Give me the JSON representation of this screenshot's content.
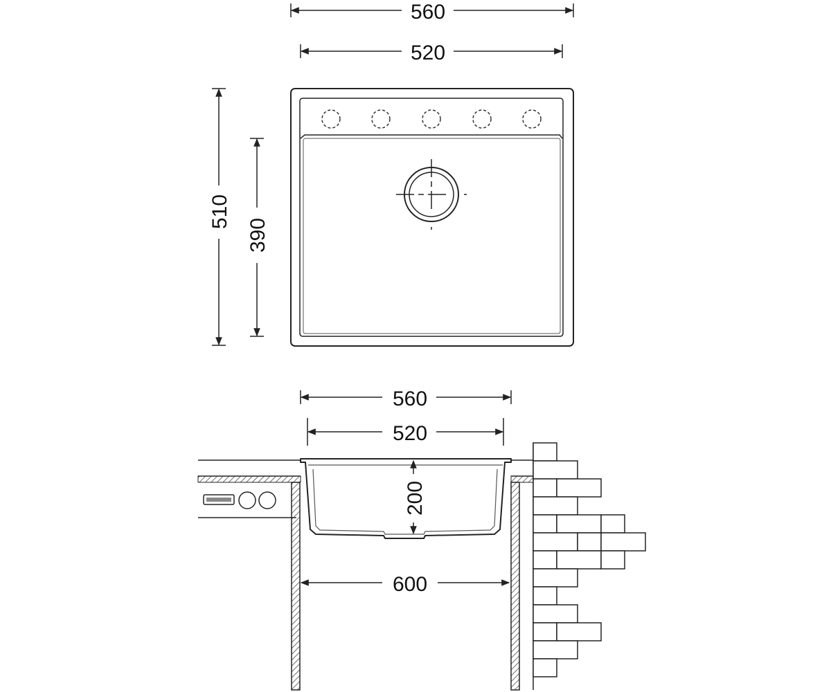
{
  "top_view": {
    "width_outer": "560",
    "width_inner": "520",
    "depth_outer": "510",
    "depth_inner": "390"
  },
  "side_view": {
    "width_outer": "560",
    "width_inner": "520",
    "bowl_depth": "200",
    "cabinet_width": "600"
  },
  "colors": {
    "line": "#222222",
    "text": "#111111"
  }
}
